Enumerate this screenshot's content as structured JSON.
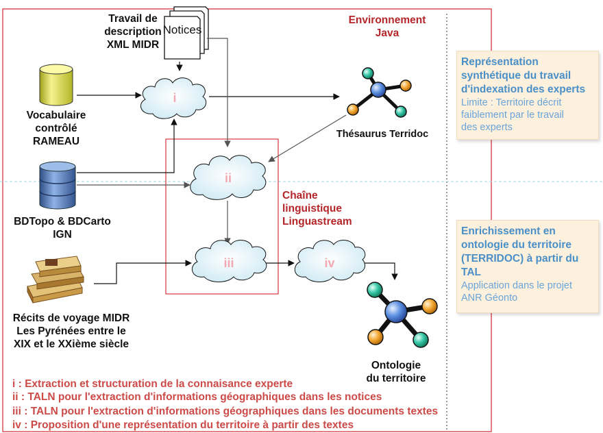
{
  "labels": {
    "travail": [
      "Travail de",
      "description",
      "XML MIDR"
    ],
    "notices": "Notices",
    "environnement": [
      "Environnement",
      "Java"
    ],
    "vocabulaire": [
      "Vocabulaire",
      "contrôlé",
      "RAMEAU"
    ],
    "thesaurus": "Thésaurus Terridoc",
    "bdtopo": [
      "BDTopo & BDCarto",
      "IGN"
    ],
    "chaine": [
      "Chaîne",
      "linguistique",
      "Linguastream"
    ],
    "recits": [
      "Récits de voyage MIDR",
      "Les Pyrénées entre le",
      "XIX et le XXième siècle"
    ],
    "ontologie": [
      "Ontologie",
      "du territoire"
    ]
  },
  "clouds": {
    "i": "i",
    "ii": "ii",
    "iii": "iii",
    "iv": "iv"
  },
  "panels": {
    "top": {
      "title": [
        "Représentation",
        "synthétique du travail",
        "d'indexation des experts"
      ],
      "text": [
        "Limite : Territoire décrit",
        "faiblement par le travail",
        "des experts"
      ]
    },
    "bottom": {
      "title": [
        "Enrichissement en",
        "ontologie du territoire",
        "(TERRIDOC) à partir du",
        "TAL"
      ],
      "text": [
        "Application dans le projet",
        "ANR Géonto"
      ]
    }
  },
  "legend": [
    "i : Extraction et structuration de la connaisance experte",
    "ii : TALN pour l'extraction d'informations géographiques dans les notices",
    "iii : TALN pour l'extraction d'informations géographiques dans les documents textes",
    "iv : Proposition d'une représentation du territoire à partir des textes"
  ],
  "colors": {
    "border_red": "#d9363e",
    "cloud_text": "#f2a8b3",
    "legend_red": "#cc4a47",
    "panel_bg": "#fdf0dd",
    "panel_blue": "#4a8fc8"
  }
}
